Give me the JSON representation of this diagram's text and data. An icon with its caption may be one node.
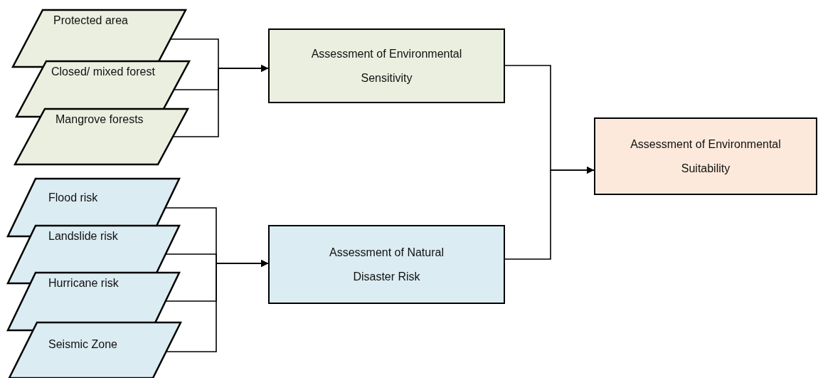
{
  "diagram": {
    "nodes": [
      {
        "text": [
          "Protected area"
        ]
      },
      {
        "text": [
          "Closed/ mixed forest"
        ]
      },
      {
        "text": [
          "Mangrove forests"
        ]
      },
      {
        "text": [
          "Assessment of Environmental Sensitivity"
        ]
      },
      {
        "text": [
          "Flood risk"
        ]
      },
      {
        "text": [
          "Landslide risk"
        ]
      },
      {
        "text": [
          "Hurricane risk"
        ]
      },
      {
        "text": [
          "Seismic Zone"
        ]
      },
      {
        "text": [
          "Assessment of Natural Disaster Risk"
        ]
      },
      {
        "text": [
          "Assessment of Environmental Suitability"
        ]
      }
    ],
    "edges": [
      {
        "from": 0,
        "to": 3,
        "arrow": "to"
      },
      {
        "from": 1,
        "to": 3,
        "arrow": "to"
      },
      {
        "from": 2,
        "to": 3,
        "arrow": "to"
      },
      {
        "from": 4,
        "to": 8,
        "arrow": "to"
      },
      {
        "from": 5,
        "to": 8,
        "arrow": "to"
      },
      {
        "from": 6,
        "to": 8,
        "arrow": "to"
      },
      {
        "from": 7,
        "to": 8,
        "arrow": "to"
      },
      {
        "from": 3,
        "to": 9,
        "arrow": "to"
      },
      {
        "from": 8,
        "to": 9,
        "arrow": "to"
      }
    ]
  }
}
